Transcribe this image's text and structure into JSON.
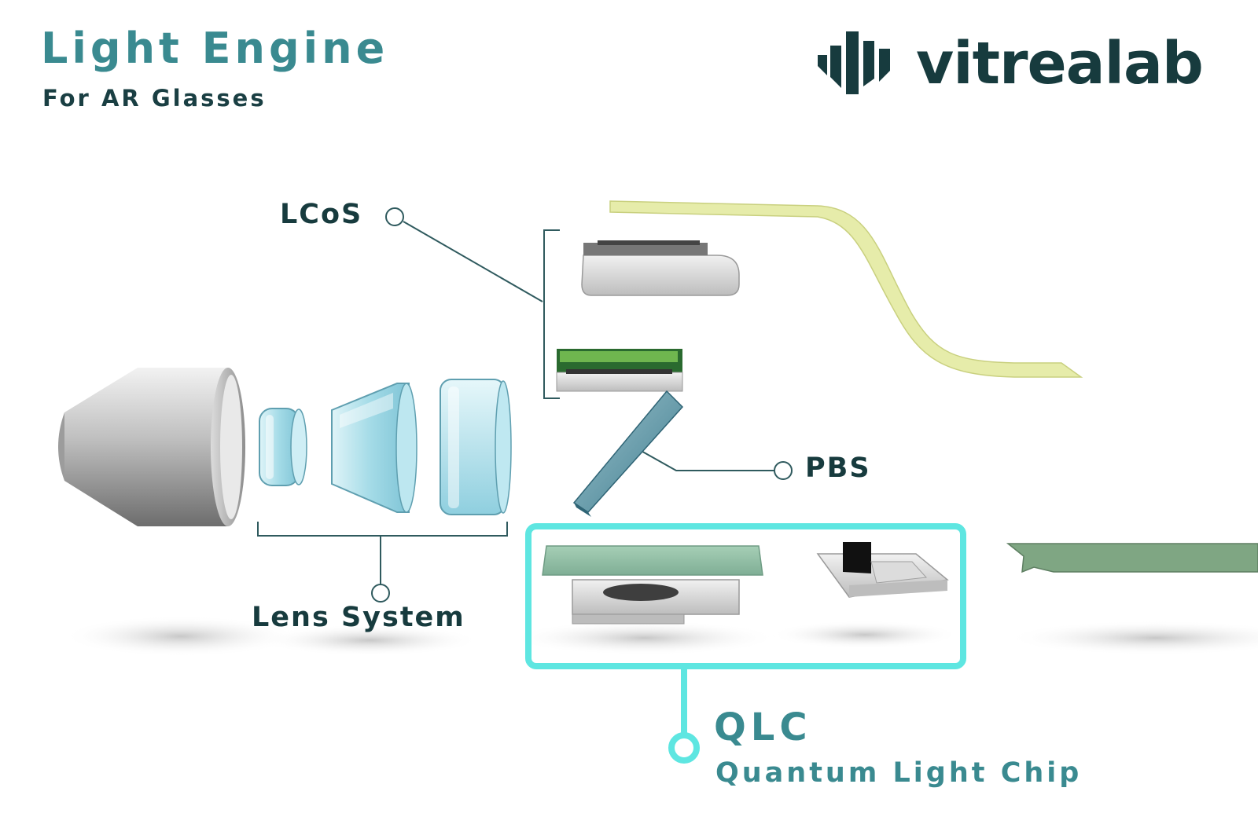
{
  "header": {
    "title": "Light Engine",
    "subtitle": "For AR Glasses"
  },
  "brand": {
    "name": "vitrealab",
    "logo_icon": "vitrealab-logo-icon"
  },
  "labels": {
    "lcos": "LCoS",
    "pbs": "PBS",
    "lens_system": "Lens System",
    "qlc": "QLC",
    "qlc_full": "Quantum Light Chip"
  },
  "colors": {
    "title_teal": "#3a8a90",
    "dark_teal": "#173b3e",
    "highlight_cyan": "#5ee6e1",
    "flex_cable_yellow": "#e6ecaa",
    "glass_blue": "#a8dfea",
    "pbs_blue": "#5e8fa0",
    "green_plate": "#8fbfa3",
    "metal_gray": "#c9c9c9"
  }
}
